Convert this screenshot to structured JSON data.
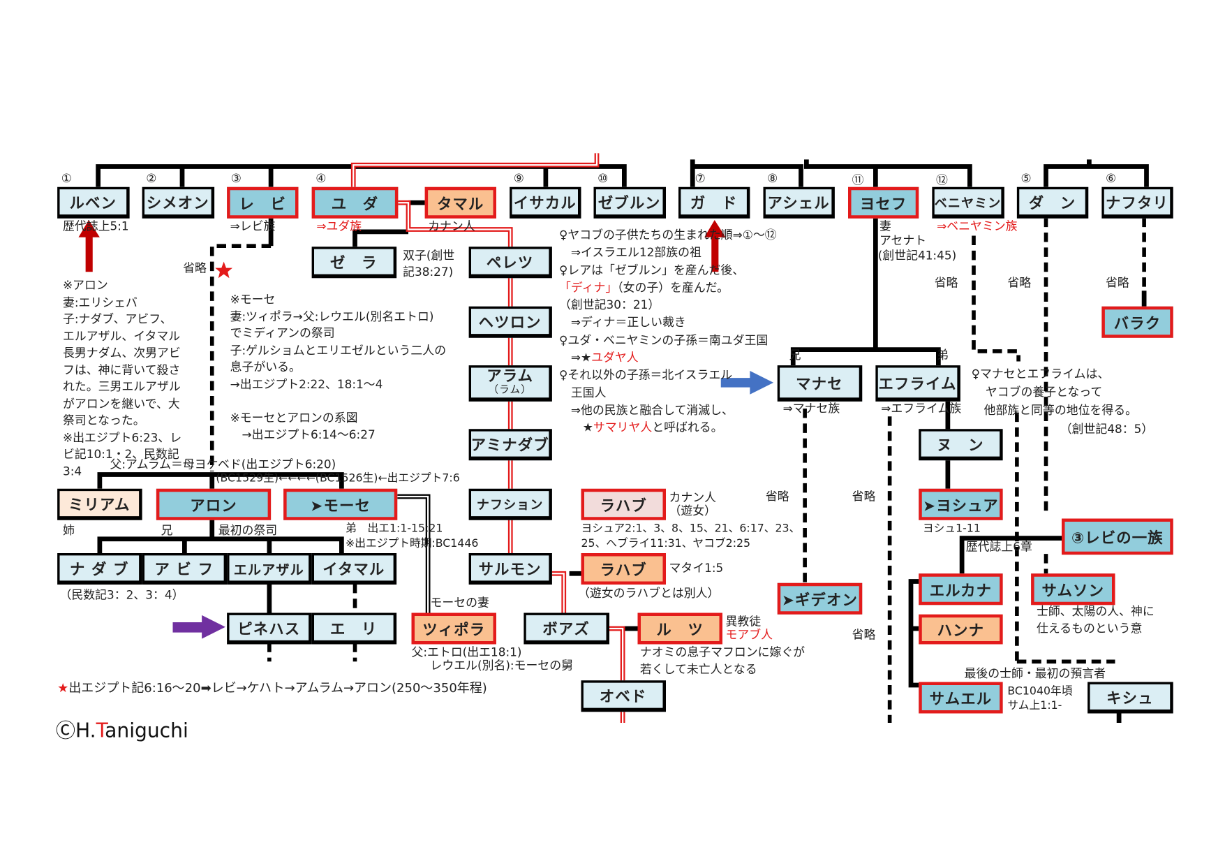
{
  "tribes": [
    {
      "num": "①",
      "name": "ルベン"
    },
    {
      "num": "②",
      "name": "シメオン"
    },
    {
      "num": "③",
      "name": "レ　ビ"
    },
    {
      "num": "④",
      "name": "ユ　ダ"
    },
    {
      "num": "",
      "name": "タマル"
    },
    {
      "num": "⑨",
      "name": "イサカル"
    },
    {
      "num": "⑩",
      "name": "ゼブルン"
    },
    {
      "num": "⑦",
      "name": "ガ　ド"
    },
    {
      "num": "⑧",
      "name": "アシェル"
    },
    {
      "num": "⑪",
      "name": "ヨセフ"
    },
    {
      "num": "⑫",
      "name": "ベニヤミン"
    },
    {
      "num": "⑤",
      "name": "ダ　ン"
    },
    {
      "num": "⑥",
      "name": "ナフタリ"
    }
  ],
  "judah_line": {
    "zera": "ゼ　ラ",
    "perez": "ペレツ",
    "hezron": "ヘツロン",
    "ram": "アラム",
    "ram_sub": "（ラム）",
    "amminadab": "アミナダブ",
    "nahshon": "ナフション",
    "salmon": "サルモン",
    "boaz": "ボアズ",
    "obed": "オベド",
    "rahab1": "ラハブ",
    "rahab2": "ラハブ",
    "ruth": "ル　ツ",
    "zipporah": "ツィポラ"
  },
  "levi_line": {
    "miriam": "ミリアム",
    "aaron": "アロン",
    "moses": "➤モーセ",
    "nadab": "ナ ダ ブ",
    "abihu": "ア ビ フ",
    "eleazar": "エルアザル",
    "ithamar": "イタマル",
    "phinehas": "ピネハス",
    "eli": "エ　リ"
  },
  "joseph_line": {
    "manasseh": "マナセ",
    "ephraim": "エフライム",
    "nun": "ヌ　ン",
    "joshua": "➤ヨシュア",
    "gideon": "➤ギデオン",
    "levi_clan": "③レビの一族",
    "elkanah": "エルカナ",
    "hannah": "ハンナ",
    "samson": "サムソン",
    "samuel": "サムエル",
    "kish": "キシュ",
    "barak": "バラク"
  },
  "labels": {
    "reuben_ref": "歴代誌上5:1",
    "levi_tribe": "⇒レビ族",
    "judah_tribe": "⇒ユダ族",
    "canaanite": "カナン人",
    "twins1": "双子(創世",
    "twins2": "記38:27)",
    "omitted": "省略",
    "parents": "父:アムラム＝母ヨケベド(出エジプト6:20)",
    "births": "(BC1529生)←←←←(BC1526生)←出エジプト7:6",
    "sister": "姉",
    "brother_older": "兄",
    "first_priest": "最初の祭司",
    "brother_younger": "弟　出エ1:1-15:21",
    "exodus_period": "※出エジプト時期:BC1446",
    "numbers_ref": "（民数記3：2、3：4）",
    "moses_wife": "モーセの妻",
    "jethro1": "父:エトロ(出エ18:1)",
    "jethro2": "レウエル(別名):モーセの舅",
    "rahab_canaan1": "カナン人",
    "rahab_canaan2": "（遊女）",
    "rahab_refs1": "ヨシュア2:1、3、8、15、21、6:17、23、",
    "rahab_refs2": "25、ヘブライ11:31、ヤコブ2:25",
    "matthew": "マタイ1:5",
    "rahab_other": "（遊女のラハブとは別人）",
    "gentile": "異教徒",
    "moabite": "モアブ人",
    "ruth_note1": "ナオミの息子マフロンに嫁ぐが",
    "ruth_note2": "若くして未亡人となる",
    "wife": "妻",
    "asenath": "アセナト",
    "gen4145": "(創世記41:45)",
    "benjamin_tribe": "⇒ベニヤミン族",
    "elder": "兄",
    "younger": "弟",
    "manasseh_tribe": "⇒マナセ族",
    "ephraim_tribe": "⇒エフライム族",
    "adopt1": "♀マナセとエフライムは、",
    "adopt2": "ヤコブの養子となって",
    "adopt3": "他部族と同等の地位を得る。",
    "adopt4": "（創世記48：5）",
    "joshua_ref": "ヨシュ1-11",
    "chron6": "歴代誌上6章",
    "samson_note1": "士師、太陽の人、神に",
    "samson_note2": "仕えるものという意",
    "last_judge": "最後の士師・最初の預言者",
    "samuel_date": "BC1040年頃",
    "samuel_ref": "サム上1:1-"
  },
  "aaron_notes": [
    "※アロン",
    "妻:エリシェバ",
    "子:ナダブ、アビフ、",
    "エルアザル、イタマル",
    "長男ナダム、次男アビ",
    "フは、神に背いて殺さ",
    "れた。三男エルアザル",
    "がアロンを継いで、大",
    "祭司となった。",
    "※出エジプト6:23、レ",
    "ビ記10:1・2、民数記",
    "3:4"
  ],
  "moses_notes": [
    "※モーセ",
    "妻:ツィポラ→父:レウエル(別名エトロ)",
    "でミディアンの祭司",
    "子:ゲルショムとエリエゼルという二人の",
    "息子がいる。",
    "→出エジプト2:22、18:1～4",
    "",
    "※モーセとアロンの系図",
    "　→出エジプト6:14～6:27"
  ],
  "jacob_notes": {
    "l1": "♀ヤコブの子供たちの生まれた順⇒①～⑫",
    "l2": "　⇒イスラエル12部族の祖",
    "l3": "♀レアは「ゼブルン」を産んだ後、",
    "l4a": "「ディナ」",
    "l4b": "（女の子）を産んだ。",
    "l5": "（創世記30：21）",
    "l6": "　⇒ディナ＝正しい裁き",
    "l7": "♀ユダ・ベニヤミンの子孫＝南ユダ王国",
    "l8a": "　⇒★",
    "l8b": "ユダヤ人",
    "l9": "♀それ以外の子孫＝北イスラエル",
    "l10": "　王国人",
    "l11": "　⇒他の民族と融合して消滅し、",
    "l12a": "　　★",
    "l12b": "サマリヤ人",
    "l12c": "と呼ばれる。"
  },
  "footer": {
    "star": "★",
    "text": "出エジプト記6:16～20➡レビ→ケハト→アムラム→アロン(250～350年程)",
    "copy_a": "ⒸH.",
    "copy_t": "T",
    "copy_b": "aniguchi"
  },
  "colors": {
    "box": "#dbeef4",
    "highlight": "#92cddc",
    "orange": "#fac090",
    "red": "#e31b1b",
    "arrow_red": "#c00000",
    "arrow_blue": "#4472c4",
    "arrow_purple": "#7030a0"
  }
}
